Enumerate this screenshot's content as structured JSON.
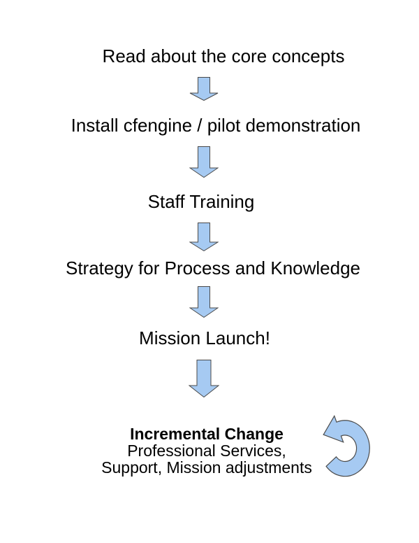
{
  "page": {
    "background": "#ffffff",
    "text_color": "#000000"
  },
  "flow": {
    "steps": [
      {
        "label": "Read about the core concepts"
      },
      {
        "label": "Install cfengine / pilot demonstration"
      },
      {
        "label": "Staff Training"
      },
      {
        "label": "Strategy for Process and Knowledge"
      },
      {
        "label": "Mission Launch!"
      }
    ],
    "final_step": {
      "title": "Incremental Change",
      "subtitle_line1": "Professional Services,",
      "subtitle_line2": "Support, Mission adjustments"
    },
    "arrow": {
      "fill": "#a6caf2",
      "stroke": "#4a4a4a"
    }
  }
}
